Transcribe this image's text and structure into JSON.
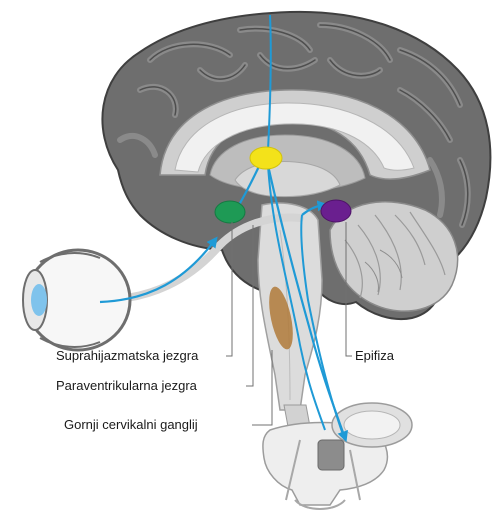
{
  "labels": {
    "suprachiasmatic": "Suprahijazmatska jezgra",
    "paraventricular": "Paraventrikularna jezgra",
    "cervical_ganglion": "Gornji cervikalni ganglij",
    "pineal": "Epifiza"
  },
  "colors": {
    "pathway": "#1f9ad6",
    "scn": "#1e9a55",
    "pvn": "#f3e21a",
    "pineal": "#6a1f8f",
    "ganglion": "#b07a3a",
    "iris": "#7fc3ec",
    "cortex_dark": "#6e6e6e",
    "cortex_light": "#9a9a9a"
  },
  "icons": {
    "eye": "eye-icon",
    "brain": "brain-icon",
    "spine": "vertebra-icon"
  }
}
